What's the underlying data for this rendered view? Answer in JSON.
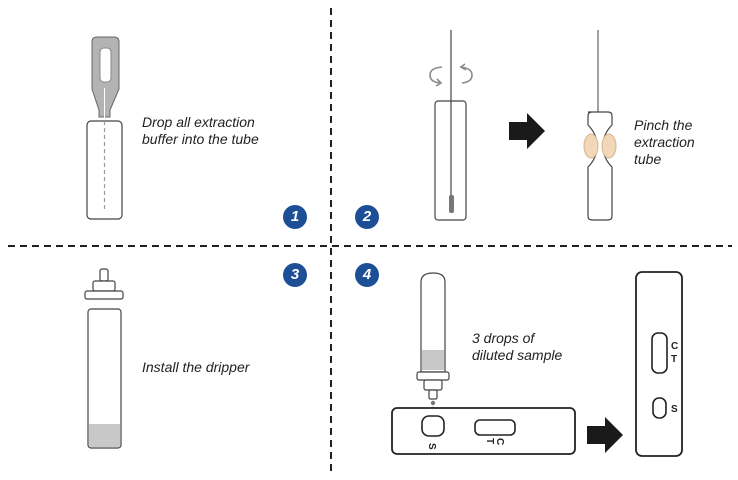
{
  "colors": {
    "step_badge": "#1c4f96",
    "outline": "#333333",
    "swab_gray": "#b3b3b3",
    "liquid_gray": "#c8c8c8",
    "pinch_skin": "#f2d7b8",
    "arrow_black": "#1a1a1a"
  },
  "steps": [
    {
      "number": "1",
      "caption": "Drop all extraction\nbuffer into the tube"
    },
    {
      "number": "2",
      "caption": "Pinch the\nextraction\ntube"
    },
    {
      "number": "3",
      "caption": "Install the dripper"
    },
    {
      "number": "4",
      "caption": "3 drops of\ndiluted sample"
    }
  ],
  "cassette_labels": {
    "sample_well": "S",
    "control_line": "C",
    "test_line": "T"
  },
  "icons": [
    "rotate-arrows-icon",
    "right-arrow-icon",
    "right-arrow-icon"
  ]
}
